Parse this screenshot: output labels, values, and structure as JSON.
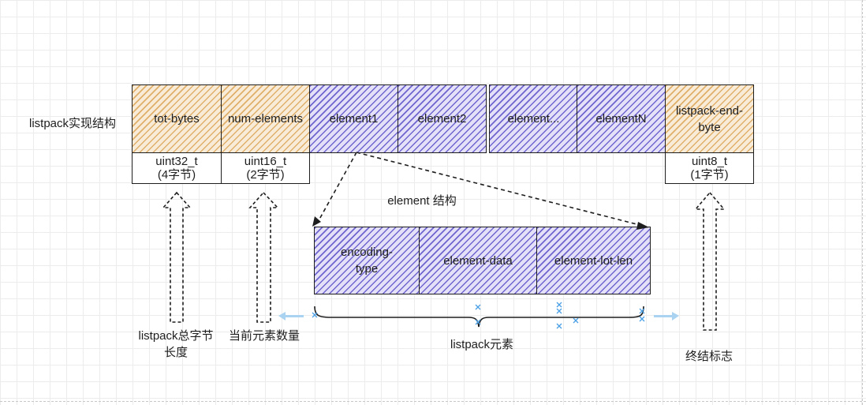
{
  "title_label": "listpack实现结构",
  "listpack": [
    {
      "name": "tot-bytes",
      "type": "uint32_t",
      "size": "(4字节)",
      "color": "#e0b06b"
    },
    {
      "name": "num-elements",
      "type": "uint16_t",
      "size": "(2字节)",
      "color": "#e0b06b"
    },
    {
      "name": "element1",
      "type": "",
      "size": "",
      "color": "#6f65cf"
    },
    {
      "name": "element2",
      "type": "",
      "size": "",
      "color": "#6f65cf"
    },
    {
      "name": "element...",
      "type": "",
      "size": "",
      "color": "#6f65cf"
    },
    {
      "name": "elementN",
      "type": "",
      "size": "",
      "color": "#6f65cf"
    },
    {
      "name": "listpack-end-byte",
      "type": "uint8_t",
      "size": "(1字节)",
      "color": "#e0b06b"
    }
  ],
  "element_structure_title": "element 结构",
  "element_fields": [
    "encoding-type",
    "element-data",
    "element-lot-len"
  ],
  "annotations": {
    "total_bytes": "listpack总字节长度",
    "num_elements": "当前元素数量",
    "elements": "listpack元素",
    "end_marker": "终结标志"
  },
  "colors": {
    "orange": "#e0b06b",
    "purple": "#6f65cf",
    "accent_blue": "#a9d3f0",
    "mark_blue": "#4aa0e6"
  }
}
